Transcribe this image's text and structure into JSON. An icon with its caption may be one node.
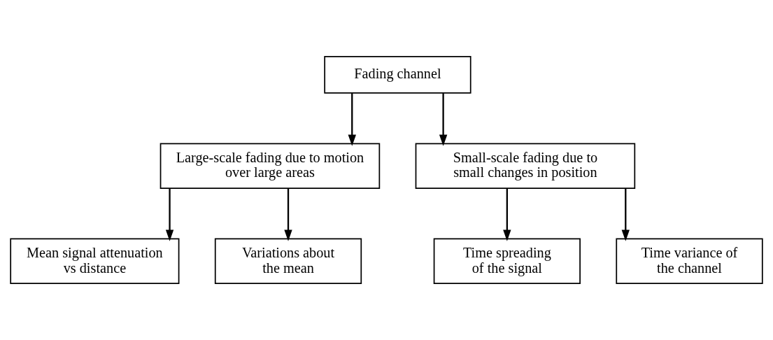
{
  "diagram": {
    "nodes": [
      {
        "text": [
          "Fading channel"
        ]
      },
      {
        "text": [
          "Large-scale fading due to motion over large areas"
        ]
      },
      {
        "text": [
          "Small-scale fading due to small changes in position"
        ]
      },
      {
        "text": [
          "Mean signal attenuation vs distance"
        ]
      },
      {
        "text": [
          "Variations about the mean"
        ]
      },
      {
        "text": [
          "Time spreading of the signal"
        ]
      },
      {
        "text": [
          "Time variance of the channel"
        ]
      }
    ],
    "edges": [
      {
        "from": 0,
        "to": 1,
        "arrow": "to"
      },
      {
        "from": 0,
        "to": 2,
        "arrow": "to"
      },
      {
        "from": 1,
        "to": 3,
        "arrow": "to"
      },
      {
        "from": 1,
        "to": 4,
        "arrow": "to"
      },
      {
        "from": 2,
        "to": 5,
        "arrow": "to"
      },
      {
        "from": 2,
        "to": 6,
        "arrow": "to"
      }
    ]
  }
}
